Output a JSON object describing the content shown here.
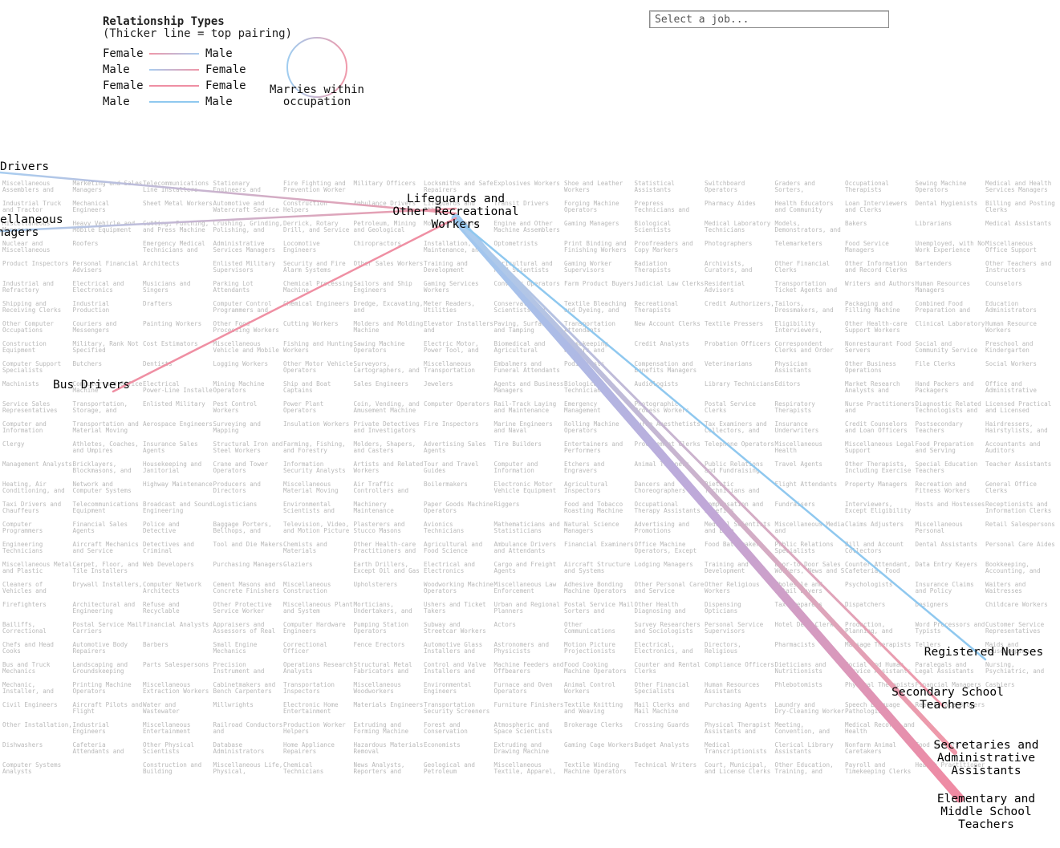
{
  "search": {
    "placeholder": "Select a job..."
  },
  "legend": {
    "title": "Relationship Types",
    "subtitle": "(Thicker line = top pairing)",
    "rows": [
      {
        "left": "Female",
        "right": "Male",
        "from": "#f097a8",
        "to": "#a8cdf0"
      },
      {
        "left": "Male",
        "right": "Female",
        "from": "#a8cdf0",
        "to": "#f097a8"
      },
      {
        "left": "Female",
        "right": "Female",
        "from": "#ef8fa3",
        "to": "#ef8fa3"
      },
      {
        "left": "Male",
        "right": "Male",
        "from": "#8fc8ef",
        "to": "#8fc8ef"
      }
    ],
    "self_label_1": "Marries within",
    "self_label_2": "occupation"
  },
  "colors": {
    "female": "#ef8fa3",
    "male": "#8fc8ef",
    "job_text": "#b9b9b9"
  },
  "grid": {
    "columns": [
      [
        "Miscellaneous Assemblers and",
        "Industrial Truck and Tractor",
        "Miscellaneous Managers",
        "Nuclear and Miscellaneous",
        "Product Inspectors",
        "Industrial and Refractory",
        "Shipping and Receiving Clerks",
        "Other Computer Occupations",
        "Construction Equipment",
        "Computer Support Specialists",
        "Machinists",
        "Service Sales Representatives",
        "Computer and Information",
        "Clergy",
        "Management Analysts",
        "Heating, Air Conditioning, and",
        "Taxi Drivers and Chauffeurs",
        "Computer Programmers",
        "Engineering Technicians",
        "Miscellaneous Metal and Plastic",
        "Cleaners of Vehicles and",
        "Firefighters",
        "Bailiffs, Correctional",
        "Chefs and Head Cooks",
        "Bus and Truck Mechanics",
        "Mechanic, Installer, and",
        "Civil Engineers",
        "Other Installation,",
        "Dishwashers",
        "Computer Systems Analysts"
      ],
      [
        "Marketing and Sales Managers",
        "Mechanical Engineers",
        "Heavy Vehicle and Mobile Equipment",
        "Roofers",
        "Personal Financial Advisers",
        "Electrical and Electronics",
        "Industrial Production",
        "Couriers and Messengers",
        "Military, Rank Not Specified",
        "Butchers",
        "Computer and Office Machine",
        "Transportation, Storage, and",
        "Transportation and Material Moving",
        "Athletes, Coaches, and Umpires",
        "Bricklayers, Blockmasons, and",
        "Network and Computer Systems",
        "Telecommunications Equipment",
        "Financial Sales Agents",
        "Aircraft Mechanics and Service",
        "Carpet, Floor, and Tile Installers",
        "Drywall Installers,",
        "Architectural and Engineering",
        "Postal Service Mail Carriers",
        "Automotive Body Repairers",
        "Landscaping and Groundskeeping",
        "Printing Machine Operators",
        "Aircraft Pilots and Flight",
        "Industrial Engineers",
        "Cafeteria Attendants and"
      ],
      [
        "Telecommunications Line Installers",
        "Sheet Metal Workers",
        "Cutting, Punching, and Press Machine",
        "Emergency Medical Technicians and",
        "Architects",
        "Musicians and Singers",
        "Drafters",
        "Painting Workers",
        "Cost Estimators",
        "Dentists",
        "Electrical Power-Line Installers",
        "Enlisted Military",
        "Aerospace Engineers",
        "Insurance Sales Agents",
        "Housekeeping and Janitorial",
        "Highway Maintenance",
        "Broadcast and Sound Engineering",
        "Police and Detective",
        "Detectives and Criminal",
        "Web Developers",
        "Computer Network Architects",
        "Refuse and Recyclable",
        "Financial Analysts",
        "Barbers",
        "Parts Salespersons",
        "Miscellaneous Extraction Workers",
        "Water and Wastewater",
        "Miscellaneous Entertainment",
        "Other Physical Scientists",
        "Construction and Building"
      ],
      [
        "Stationary Engineers and",
        "Automotive and Watercraft Service",
        "Crushing, Grinding, Polishing, and",
        "Administrative Services Managers",
        "Enlisted Military Supervisors",
        "Parking Lot Attendants",
        "Computer Control Programmers and",
        "Other Food Processing Workers",
        "Miscellaneous Vehicle and Mobile",
        "Logging Workers",
        "Mining Machine Operators",
        "Pest Control Workers",
        "Surveying and Mapping",
        "Structural Iron and Steel Workers",
        "Crane and Tower Operators",
        "Producers and Directors",
        "Logisticians",
        "Baggage Porters, Bellhops, and",
        "Tool and Die Makers",
        "Purchasing Managers",
        "Cement Masons and Concrete Finishers",
        "Other Protective Service Worker",
        "Appraisers and Assessors of Real",
        "Small Engine Mechanics",
        "Precision Instrument and",
        "Cabinetmakers and Bench Carpenters",
        "Millwrights",
        "Railroad Conductors and",
        "Database Administrators",
        "Miscellaneous Life, Physical,"
      ],
      [
        "Fire Fighting and Prevention Worker",
        "Construction Helpers",
        "Derrick, Rotary Drill, and Service",
        "Locomotive Engineers",
        "Security and Fire Alarm Systems",
        "Chemical Processing Machine",
        "Chemical Engineers",
        "Cutting Workers",
        "Fishing and Hunting Workers",
        "Other Motor Vehicle Operators",
        "Ship and Boat Captains",
        "Power Plant Operators",
        "Insulation Workers",
        "Farming, Fishing, and Forestry",
        "Information Security Analysts",
        "Miscellaneous Material Moving",
        "Environmental Scientists and",
        "Television, Video, and Motion Picture",
        "Chemists and Materials",
        "Glaziers",
        "Miscellaneous Construction",
        "Miscellaneous Plant and System",
        "Computer Hardware Engineers",
        "Correctional Officer",
        "Operations Research Analysts",
        "Transportation Inspectors",
        "Electronic Home Entertainment",
        "Production Worker Helpers",
        "Home Appliance Repairers",
        "Chemical Technicians"
      ],
      [
        "Military Officers",
        "Ambulance Drivers",
        "Petroleum, Mining and Geological",
        "Chiropractors",
        "Other Sales Workers",
        "Sailors and Ship Engineers",
        "Dredge, Excavating, and",
        "Molders and Molding Machine",
        "Sawing Machine Operators",
        "Surveyors, Cartographers, and",
        "Sales Engineers",
        "Coin, Vending, and Amusement Machine",
        "Private Detectives and Investigators",
        "Molders, Shapers, and Casters",
        "Artists and Related Workers",
        "Air Traffic Controllers and",
        "Machinery Maintenance",
        "Plasterers and Stucco Masons",
        "Other Health-care Practitioners and",
        "Earth Drillers, Except Oil and Gas",
        "Upholsterers",
        "Morticians, Undertakers, and",
        "Pumping Station Operators",
        "Fence Erectors",
        "Structural Metal Fabricators and",
        "Miscellaneous Woodworkers",
        "Materials Engineers",
        "Extruding and Forming Machine",
        "Hazardous Materials Removal",
        "News Analysts, Reporters and"
      ],
      [
        "Locksmiths and Safe Repairers",
        "Lifeguards and Other",
        "Molding Machine",
        "Installation, Maintenance, and",
        "Training and Development",
        "Gaming Services Workers",
        "Meter Readers, Utilities",
        "Elevator Installers and",
        "Electric Motor, Power Tool, and",
        "Miscellaneous Transportation",
        "Jewelers",
        "Computer Operators",
        "Fire Inspectors",
        "Advertising Sales Agents",
        "Tour and Travel Guides",
        "Boilermakers",
        "Paper Goods Machine Operators",
        "Avionics Technicians",
        "Agricultural and Food Science",
        "Electrical and Electronics",
        "Woodworking Machine Operators",
        "Ushers and Ticket Takers",
        "Subway and Streetcar Workers",
        "Automotive Glass Installers and",
        "Control and Valve Installers and",
        "Environmental Engineers",
        "Transportation Security Screeners",
        "Forest and Conservation",
        "Economists",
        "Geological and Petroleum"
      ],
      [
        "Explosives Workers",
        "Transit Drivers",
        "Engine and Other Machine Assemblers",
        "Optometrists",
        "Agricultural and Food Scientists",
        "Conveyor Operators",
        "Conservation Scientists and",
        "Paving, Surfacing, and Tamping",
        "Biomedical and Agricultural",
        "Embalmers and Funeral Attendants",
        "Agents and Business Managers",
        "Rail-Track Laying and Maintenance",
        "Marine Engineers and Naval",
        "Tire Builders",
        "Computer and Information",
        "Electronic Motor Vehicle Equipment",
        "Riggers",
        "Mathematicians and Statisticians",
        "Ambulance Drivers and Attendants",
        "Cargo and Freight Agents",
        "Miscellaneous Law Enforcement",
        "Urban and Regional Planners",
        "Actors",
        "Astronomers and Physicists",
        "Machine Feeders and Offbearers",
        "Furnace and Oven Operators",
        "Furniture Finishers",
        "Atmospheric and Space Scientists",
        "Extruding and Drawing Machine",
        "Miscellaneous Textile, Apparel,"
      ],
      [
        "Shoe and Leather Workers",
        "Forging Machine Operators",
        "Gaming Managers",
        "Print Binding and Finishing Workers",
        "Gaming Worker Supervisors",
        "Farm Product Buyers",
        "Textile Bleaching and Dyeing, and",
        "Transportation Attendants",
        "Housekeeping Workers and",
        "Podiatrists",
        "Biological Technicians",
        "Emergency Management",
        "Rolling Machine Operators",
        "Entertainers and Performers",
        "Etchers and Engravers",
        "Agricultural Inspectors",
        "Food and Tobacco Roasting Machine",
        "Natural Science Managers",
        "Financial Examiners",
        "Aircraft Structure and Systems",
        "Adhesive Bonding Machine Operators",
        "Postal Service Mail Sorters and",
        "Other Communications",
        "Motion Picture Projectionists",
        "Food Cooking Machine Operators",
        "Animal Control Workers",
        "Textile Knitting and Weaving",
        "Brokerage Clerks",
        "Gaming Cage Workers",
        "Textile Winding Machine Operators"
      ],
      [
        "Statistical Assistants",
        "Prepress Technicians and",
        "Biological Scientists",
        "Proofreaders and Copy Markers",
        "Radiation Therapists",
        "Judicial Law Clerks",
        "Recreational Therapists",
        "New Account Clerks",
        "Credit Analysts",
        "Compensation and Benefits Managers",
        "Audiologists",
        "Photographic Process Workers",
        "Nurse Anesthetists",
        "Procurement Clerks",
        "Animal Trainers",
        "Dancers and Choreographers",
        "Occupational Therapy Assistants",
        "Advertising and Promotions",
        "Office Machine Operators, Except",
        "Lodging Managers",
        "Other Personal Care and Service",
        "Other Health Diagnosing and",
        "Survey Researchers and Sociologists",
        "Electrical, Electronics, and",
        "Counter and Rental Clerks",
        "Other Financial Specialists",
        "Mail Clerks and Mail Machine",
        "Crossing Guards",
        "Budget Analysts",
        "Technical Writers"
      ],
      [
        "Switchboard Operators",
        "Pharmacy Aides",
        "Medical Laboratory Technicians",
        "Photographers",
        "Archivists, Curators, and",
        "Residential Advisors",
        "Credit Authorizers,",
        "Textile Pressers",
        "Probation Officers",
        "Veterinarians",
        "Library Technicians",
        "Postal Service Clerks",
        "Tax Examiners and Collectors, and",
        "Telephone Operators",
        "Public Relations and Fundraising",
        "Dietetic Technicians and",
        "Compensation and Benefits",
        "Medical Scientists and Life",
        "Food Batchmakers",
        "Training and Development",
        "Other Religious Workers",
        "Dispensing Opticians",
        "Personal Service Supervisors",
        "Directors, Religious",
        "Compliance Officers",
        "Human Resources Assistants",
        "Purchasing Agents",
        "Physical Therapist Assistants and",
        "Medical Transcriptionists",
        "Court, Municipal, and License Clerks"
      ],
      [
        "Graders and Sorters,",
        "Health Educators and Community",
        "Models, Demonstrators, and",
        "Telemarketers",
        "Other Financial Clerks",
        "Transportation Ticket Agents and",
        "Tailors, Dressmakers, and",
        "Eligibility Interviewers,",
        "Correspondent Clerks and Order",
        "Physician Assistants",
        "Editors",
        "Respiratory Therapists",
        "Insurance Underwriters",
        "Miscellaneous Health",
        "Travel Agents",
        "Flight Attendants",
        "Fundraisers",
        "Miscellaneous Media and",
        "Public Relations Specialists",
        "Door-to-Door Sales Workers, News and Street",
        "Wholesale and Retail Buyers",
        "Tax Preparers",
        "Hotel Desk Clerks",
        "Pharmacists",
        "Dieticians and Nutritionists",
        "Phlebotomists",
        "Laundry and Dry-Cleaning Workers",
        "Meeting, Convention, and",
        "Clerical Library Assistants",
        "Other Education, Training, and"
      ],
      [
        "Occupational Therapists",
        "Loan Interviewers and Clerks",
        "Bakers",
        "Food Service Managers",
        "Other Information and Record Clerks",
        "Writers and Authors",
        "Packaging and Filling Machine",
        "Other Health-care Support Workers",
        "Nonrestaurant Food Servers",
        "Other Business Operations",
        "Market Research Analysts and",
        "Nurse Practitioners and",
        "Credit Counselors and Loan Officers",
        "Miscellaneous Legal Support",
        "Other Therapists, Including Exercise",
        "Property Managers",
        "Interviewers, Except Eligibility",
        "Claims Adjusters",
        "Bill and Account Collectors",
        "Counter Attendant, Cafeteria, Food",
        "Psychologists",
        "Dispatchers",
        "Production, Planning, and",
        "Massage Therapists",
        "Social and Human Service Assistants",
        "Physical Therapists",
        "Speech Language Pathologists",
        "Medical Records and Health",
        "Nonfarm Animal Caretakers",
        "Payroll and Timekeeping Clerks"
      ],
      [
        "Sewing Machine Operators",
        "Dental Hygienists",
        "Librarians",
        "Unemployed, with No Work Experience",
        "Bartenders",
        "Human Resources Managers",
        "Combined Food Preparation and",
        "Clinical Laboratory",
        "Social and Community Service",
        "File Clerks",
        "Hand Packers and Packagers",
        "Diagnostic Related Technologists and",
        "Postsecondary Teachers",
        "Food Preparation and Serving",
        "Special Education Teachers",
        "Recreation and Fitness Workers",
        "Hosts and Hostesses",
        "Miscellaneous Personal",
        "Dental Assistants",
        "Data Entry Keyers",
        "Insurance Claims and Policy",
        "Designers",
        "Word Processors and Typists",
        "Tellers",
        "Paralegals and Legal Assistants",
        "Financial Managers",
        "Real Estate Brokers",
        "",
        "Food Servers",
        "Health Practitioner"
      ],
      [
        "Medical and Health Services Managers",
        "Billing and Posting Clerks",
        "Medical Assistants",
        "Miscellaneous Office Support",
        "Other Teachers and Instructors",
        "Counselors",
        "Education Administrators",
        "Human Resource Workers",
        "Preschool and Kindergarten",
        "Social Workers",
        "Office and Administrative",
        "Licensed Practical and Licensed",
        "Hairdressers, Hairstylists, and",
        "Accountants and Auditors",
        "Teacher Assistants",
        "General Office Clerks",
        "Receptionists and Information Clerks",
        "Retail Salespersons",
        "Personal Care Aides",
        "Bookkeeping, Accounting, and",
        "Waiters and Waitresses",
        "Childcare Workers",
        "Customer Service Representatives",
        "Maids and Housekeeping",
        "Nursing, Psychiatric, and",
        "Cashiers",
        "",
        "",
        "",
        ""
      ]
    ]
  },
  "chart_data": {
    "type": "network",
    "title": "",
    "selected": "Lifeguards and Other Recreational Workers",
    "legend_types": [
      "Female-Male",
      "Male-Female",
      "Female-Female",
      "Male-Male"
    ],
    "edges": [
      {
        "target": "Elementary and Middle School Teachers",
        "type": "Male-Female",
        "weight": 14,
        "top": true
      },
      {
        "target": "Secretaries and Administrative Assistants",
        "type": "Male-Female",
        "weight": 8
      },
      {
        "target": "Secondary School Teachers",
        "type": "Male-Female",
        "weight": 3
      },
      {
        "target": "Registered Nurses",
        "type": "Male-Male",
        "weight": 2
      },
      {
        "target": "Bus Drivers",
        "type": "Female-Female",
        "weight": 2
      },
      {
        "target": "Driver/Sales Workers and Truck Drivers",
        "type": "Female-Male",
        "weight": 2
      },
      {
        "target": "Miscellaneous Managers",
        "type": "Female-Male",
        "weight": 2
      }
    ]
  },
  "highlight": {
    "center": [
      "Lifeguards and",
      "Other Recreational",
      "Workers"
    ],
    "drivers": "Drivers",
    "managers": [
      "ellaneous",
      "nagers"
    ],
    "bus": "Bus Drivers",
    "nurses": "Registered Nurses",
    "secondary": [
      "Secondary School",
      "Teachers"
    ],
    "secretaries": [
      "Secretaries and",
      "Administrative",
      "Assistants"
    ],
    "elementary": [
      "Elementary and",
      "Middle School",
      "Teachers"
    ]
  }
}
